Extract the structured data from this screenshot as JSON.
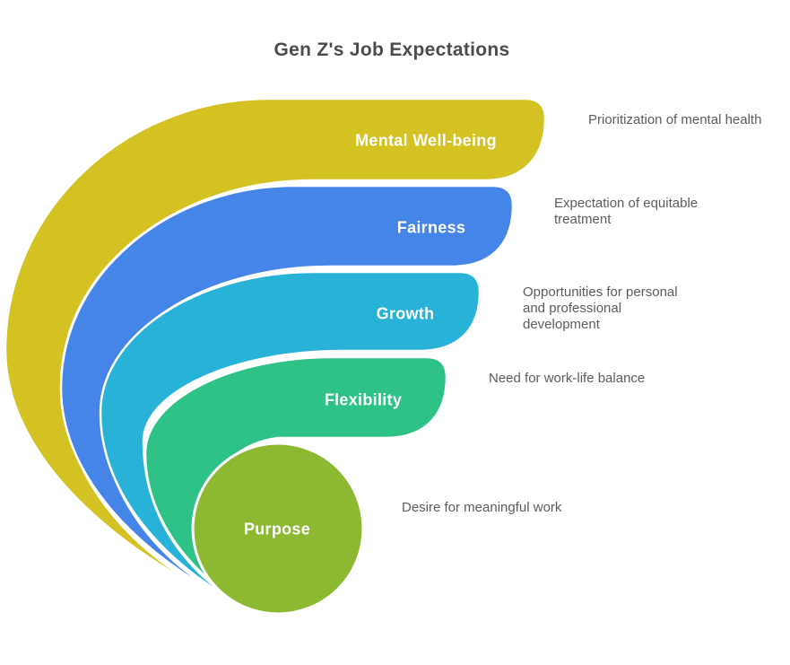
{
  "title": "Gen Z's Job Expectations",
  "colors": {
    "title_text": "#4b4b4b",
    "description_text": "#5c5c5c",
    "label_text": "#ffffff",
    "background": "#ffffff"
  },
  "layers": [
    {
      "label": "Mental Well-being",
      "description": "Prioritization of mental health",
      "color": "#d3c222"
    },
    {
      "label": "Fairness",
      "description": "Expectation of equitable treatment",
      "color": "#4685e8"
    },
    {
      "label": "Growth",
      "description": "Opportunities for personal and professional development",
      "color": "#28b2d8"
    },
    {
      "label": "Flexibility",
      "description": "Need for work-life balance",
      "color": "#2ec287"
    },
    {
      "label": "Purpose",
      "description": "Desire for meaningful work",
      "color": "#8db832"
    }
  ]
}
